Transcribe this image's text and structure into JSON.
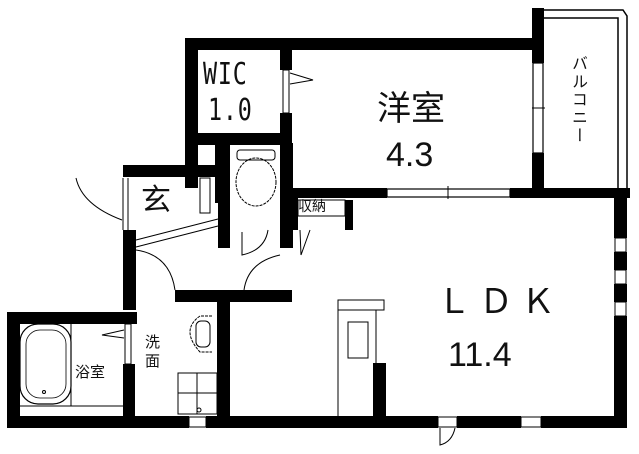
{
  "floor_plan": {
    "rooms": [
      {
        "id": "wic",
        "name": "WIC",
        "size": "1.0"
      },
      {
        "id": "western_room",
        "name": "洋室",
        "size": "4.3"
      },
      {
        "id": "balcony",
        "name": "バルコニー"
      },
      {
        "id": "entrance",
        "name": "玄"
      },
      {
        "id": "storage",
        "name": "収納"
      },
      {
        "id": "ldk",
        "name": "ＬＤＫ",
        "size": "11.4"
      },
      {
        "id": "bathroom",
        "name": "浴室"
      },
      {
        "id": "washroom",
        "name": "洗面"
      }
    ],
    "colors": {
      "wall": "#000000",
      "background": "#ffffff",
      "line": "#111111"
    }
  }
}
